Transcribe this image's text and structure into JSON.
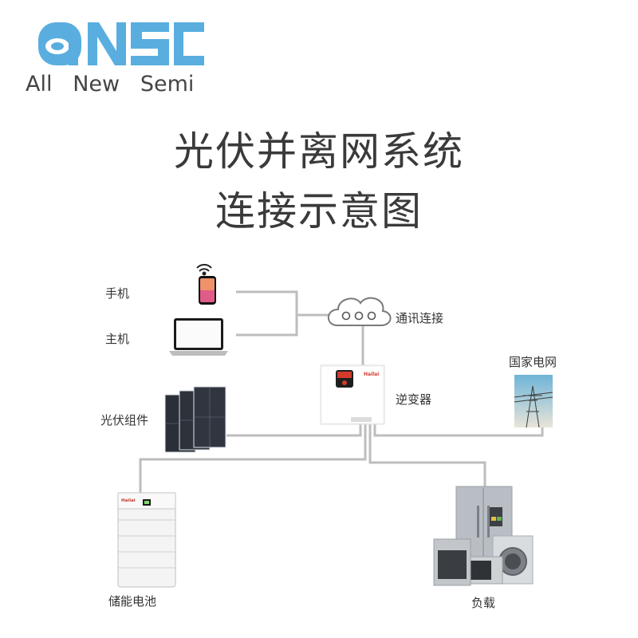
{
  "logo": {
    "brand_mark": "ANSC",
    "tagline": "All   New   Semi",
    "color": "#5aaedf"
  },
  "title": {
    "line1": "光伏并离网系统",
    "line2": "连接示意图"
  },
  "devices": {
    "phone": "手机",
    "host": "主机",
    "comm": "通讯连接",
    "inverter": "逆变器",
    "grid": "国家电网",
    "pv": "光伏组件",
    "battery": "储能电池",
    "load": "负载"
  },
  "brand_on_devices": {
    "inverter": "Hailai",
    "battery": "Hailai"
  },
  "colors": {
    "wire": "#bdbdbd",
    "inverter_red": "#d33a2c",
    "solar_panel": "#2b2f38",
    "title_text": "#3a3a3a"
  }
}
